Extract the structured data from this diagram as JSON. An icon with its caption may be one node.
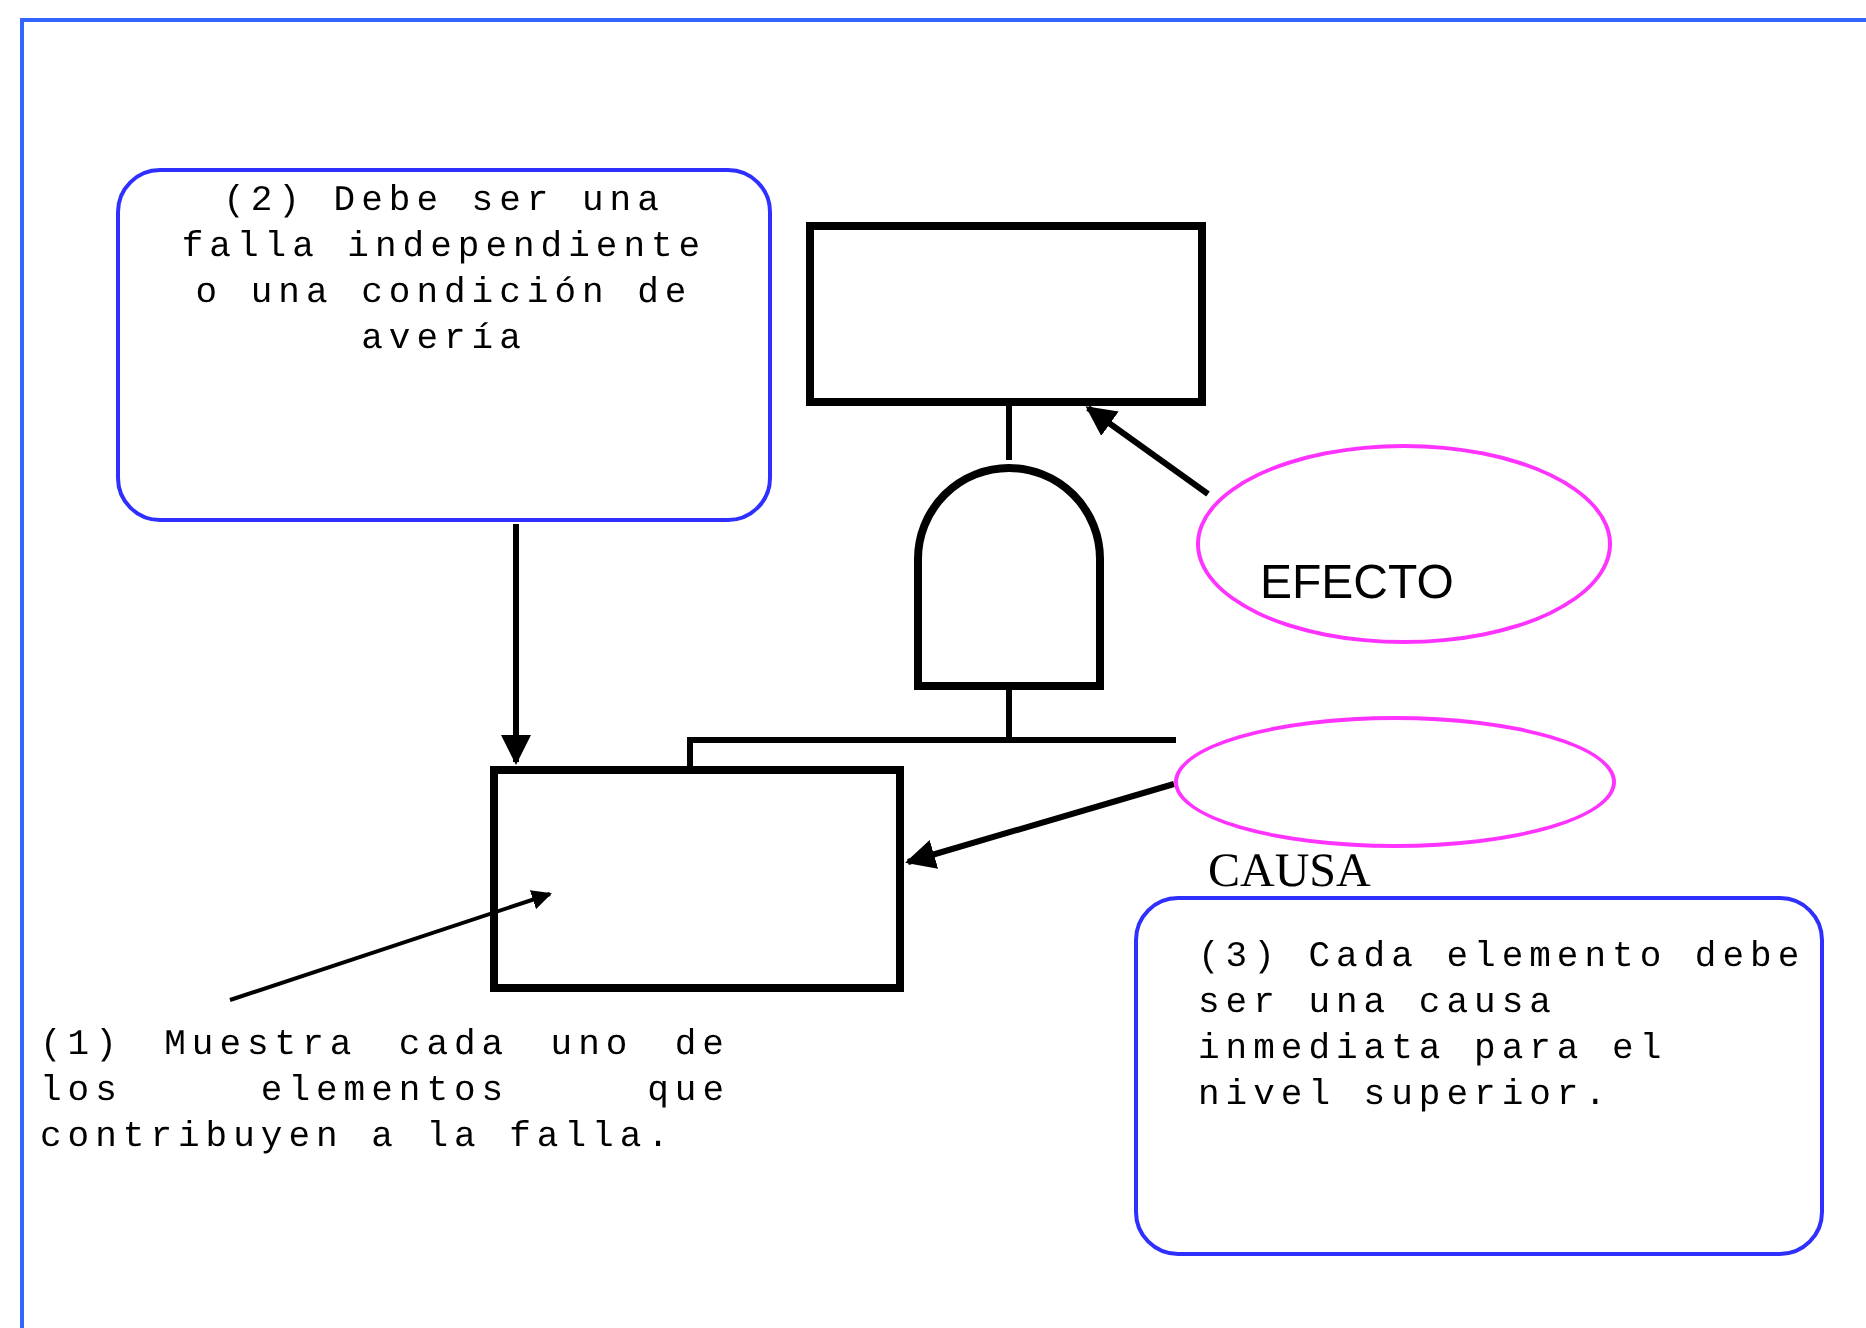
{
  "diagram": {
    "nodes": [
      {
        "text": [
          "(2) Debe ser una falla independiente o una condición de avería"
        ]
      },
      {
        "text": [],
        "shape": "box"
      },
      {
        "text": [],
        "shape": "gate"
      },
      {
        "text": [
          "EFECTO"
        ]
      },
      {
        "text": [],
        "shape": "box"
      },
      {
        "text": [
          "CAUSA"
        ]
      },
      {
        "text": [
          "(3) Cada elemento debe ser una causa inmediata para el nivel superior."
        ]
      },
      {
        "text": [
          "(1) Muestra cada uno de los elementos que contribuyen a la falla."
        ]
      }
    ],
    "edges": [
      {
        "from": 0,
        "to": 4,
        "arrow": "to"
      },
      {
        "from": 3,
        "to": 1,
        "arrow": "to"
      },
      {
        "from": 5,
        "to": 4,
        "arrow": "to"
      },
      {
        "from": 7,
        "to": 4,
        "arrow": "to"
      },
      {
        "from": 1,
        "to": 2,
        "arrow": "none"
      },
      {
        "from": 2,
        "to": 4,
        "arrow": "none"
      },
      {
        "from": 2,
        "to": 5,
        "arrow": "none"
      }
    ]
  }
}
